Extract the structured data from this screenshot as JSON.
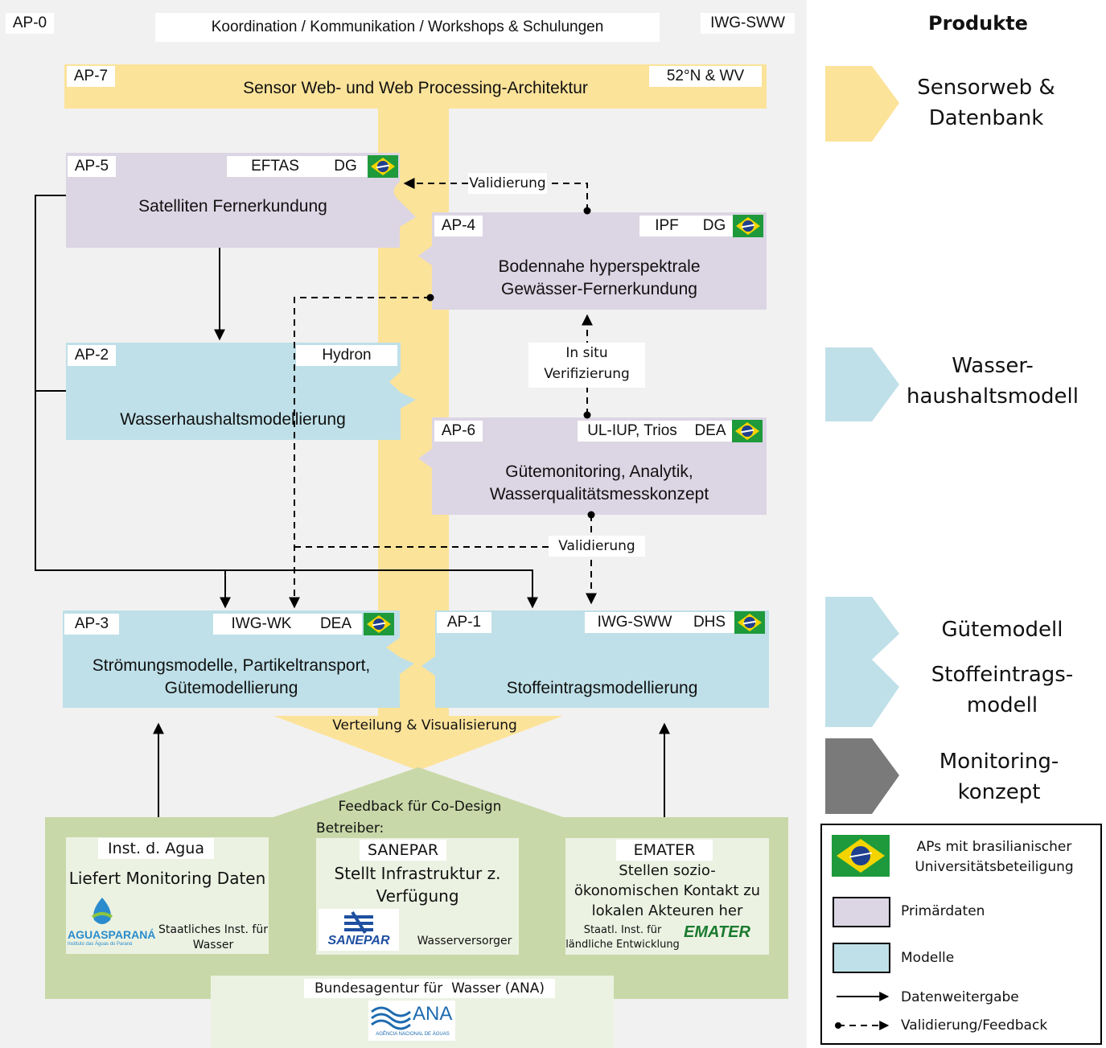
{
  "ap0": {
    "id": "AP-0",
    "title": "Koordination / Kommunikation / Workshops & Schulungen",
    "partner": "IWG-SWW"
  },
  "ap7": {
    "id": "AP-7",
    "title": "Sensor Web- und Web Processing-Architektur",
    "partner": "52°N & WV"
  },
  "ap5": {
    "id": "AP-5",
    "partner1": "EFTAS",
    "partner2": "DG",
    "title": "Satelliten Fernerkundung"
  },
  "ap4": {
    "id": "AP-4",
    "partner1": "IPF",
    "partner2": "DG",
    "title_line1": "Bodennahe hyperspektrale",
    "title_line2": "Gewässer-Fernerkundung"
  },
  "ap2": {
    "id": "AP-2",
    "partner1": "Hydron",
    "title": "Wasserhaushaltsmodellierung"
  },
  "ap6": {
    "id": "AP-6",
    "partner1": "UL-IUP, Trios",
    "partner2": "DEA",
    "title_line1": "Gütemonitoring, Analytik,",
    "title_line2": "Wasserqualitätsmesskonzept"
  },
  "ap3": {
    "id": "AP-3",
    "partner1": "IWG-WK",
    "partner2": "DEA",
    "title_line1": "Strömungsmodelle, Partikeltransport,",
    "title_line2": "Gütemodellierung"
  },
  "ap1": {
    "id": "AP-1",
    "partner1": "IWG-SWW",
    "partner2": "DHS",
    "title": "Stoffeintragsmodellierung"
  },
  "labels": {
    "validierung_top": "Validierung",
    "in_situ_line1": "In situ",
    "in_situ_line2": "Verifizierung",
    "validierung_mid": "Validierung",
    "verteilung": "Verteilung & Visualisierung",
    "feedback": "Feedback für Co-Design",
    "betreiber": "Betreiber:"
  },
  "orgs": {
    "agua": {
      "name": "Inst. d. Agua",
      "desc": "Liefert Monitoring Daten",
      "logo": "AGUASPARANÁ",
      "logo_sub": "Instituto das Águas do Paraná",
      "type_line1": "Staatliches Inst. für",
      "type_line2": "Wasser"
    },
    "sanepar": {
      "name": "SANEPAR",
      "desc_line1": "Stellt Infrastruktur z.",
      "desc_line2": "Verfügung",
      "logo": "SANEPAR",
      "type": "Wasserversorger"
    },
    "emater": {
      "name": "EMATER",
      "desc_line1": "Stellen sozio-",
      "desc_line2": "ökonomischen Kontakt zu",
      "desc_line3": "lokalen Akteuren her",
      "logo": "EMATER",
      "type_line1": "Staatl. Inst. für",
      "type_line2": "ländliche Entwicklung"
    },
    "ana": {
      "name": "Bundesagentur für  Wasser (ANA)",
      "logo": "ANA",
      "logo_sub": "AGÊNCIA NACIONAL DE ÁGUAS"
    }
  },
  "products": {
    "header": "Produkte",
    "p1_line1": "Sensorweb &",
    "p1_line2": "Datenbank",
    "p2_line1": "Wasser-",
    "p2_line2": "haushaltsmodell",
    "p3": "Gütemodell",
    "p4_line1": "Stoffeintrags-",
    "p4_line2": "modell",
    "p5_line1": "Monitoring-",
    "p5_line2": "konzept"
  },
  "legend": {
    "flag_line1": "APs mit brasilianischer",
    "flag_line2": "Universitätsbeteiligung",
    "primaer": "Primärdaten",
    "modelle": "Modelle",
    "datenweitergabe": "Datenweitergabe",
    "validierung": "Validierung/Feedback"
  },
  "colors": {
    "yellow": "#fce39a",
    "purple": "#dcd5e4",
    "blue": "#bfe0e8",
    "green": "#c8d8a8",
    "gray": "#7a7a7a"
  }
}
